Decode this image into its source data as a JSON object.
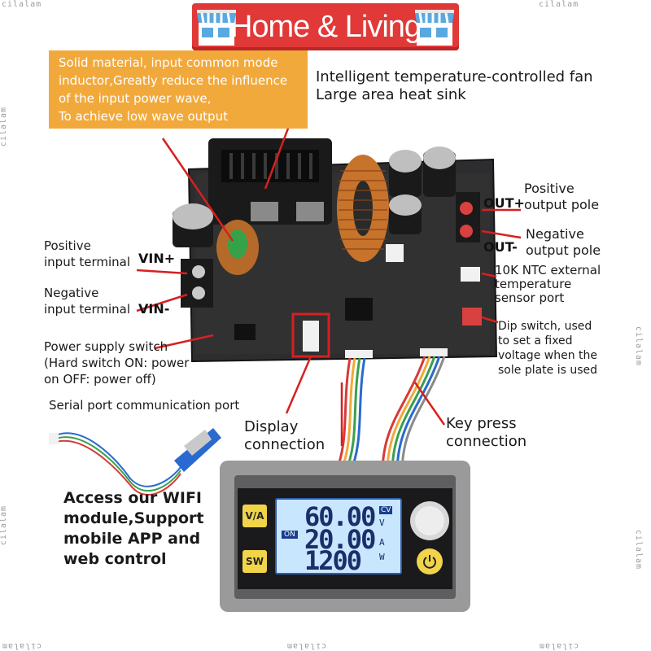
{
  "watermark": "cilalam",
  "banner": {
    "title": "Home & Living"
  },
  "callout": {
    "lines": [
      "Solid material, input common mode",
      "inductor,Greatly reduce the influence",
      "of the input power wave,",
      "To achieve low wave output"
    ]
  },
  "labels": {
    "fan": [
      "Intelligent temperature-controlled fan",
      "Large area heat sink"
    ],
    "out_plus": "OUT+",
    "positive_output": [
      "Positive",
      "output pole"
    ],
    "out_minus": "OUT-",
    "negative_output": [
      "Negative",
      "output pole"
    ],
    "ntc": [
      "10K NTC external",
      "temperature",
      "sensor port"
    ],
    "dip": [
      "Dip switch, used",
      "to set a fixed",
      "voltage when the",
      "sole plate is used"
    ],
    "positive_input": [
      "Positive",
      "input terminal"
    ],
    "vin_plus": "VIN+",
    "negative_input": [
      "Negative",
      "input terminal"
    ],
    "vin_minus": "VIN-",
    "power_switch": [
      "Power supply switch",
      "(Hard switch ON: power",
      "on OFF: power off)"
    ],
    "serial": "Serial port communication port",
    "display_conn": [
      "Display",
      "connection"
    ],
    "key_conn": [
      "Key press",
      "connection"
    ],
    "wifi": [
      "Access our WIFI",
      "module,Support",
      "mobile APP and",
      "web control"
    ]
  },
  "display": {
    "rows": [
      "60.00",
      "20.00",
      "1200"
    ],
    "units": [
      "V",
      "A",
      "W"
    ],
    "cv_badge": "CV",
    "on_badge": "ON",
    "btn_va": "V/A",
    "btn_sw": "SW"
  },
  "colors": {
    "banner": "#e13838",
    "callout": "#f2a93b",
    "pointer": "#d62020",
    "lcd": "#c9e6ff",
    "button": "#f2d44a"
  }
}
